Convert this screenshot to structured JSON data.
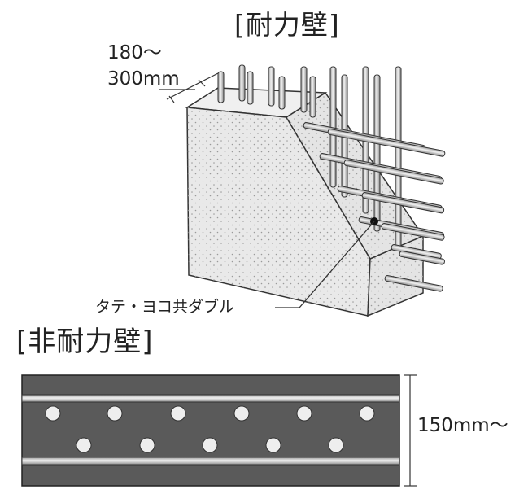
{
  "bearing_wall": {
    "title": "[耐力壁]",
    "thickness_line1": "180～",
    "thickness_line2": "300mm",
    "rebar_label": "タテ・ヨコ共ダブル"
  },
  "non_bearing_wall": {
    "title": "[非耐力壁]",
    "thickness": "150mm～"
  },
  "colors": {
    "concrete": "#e9e9e9",
    "concrete_dots": "#9a9a9a",
    "section_fill": "#5a5a5a",
    "rebar": "#c8c8c8",
    "outline": "#333333"
  }
}
